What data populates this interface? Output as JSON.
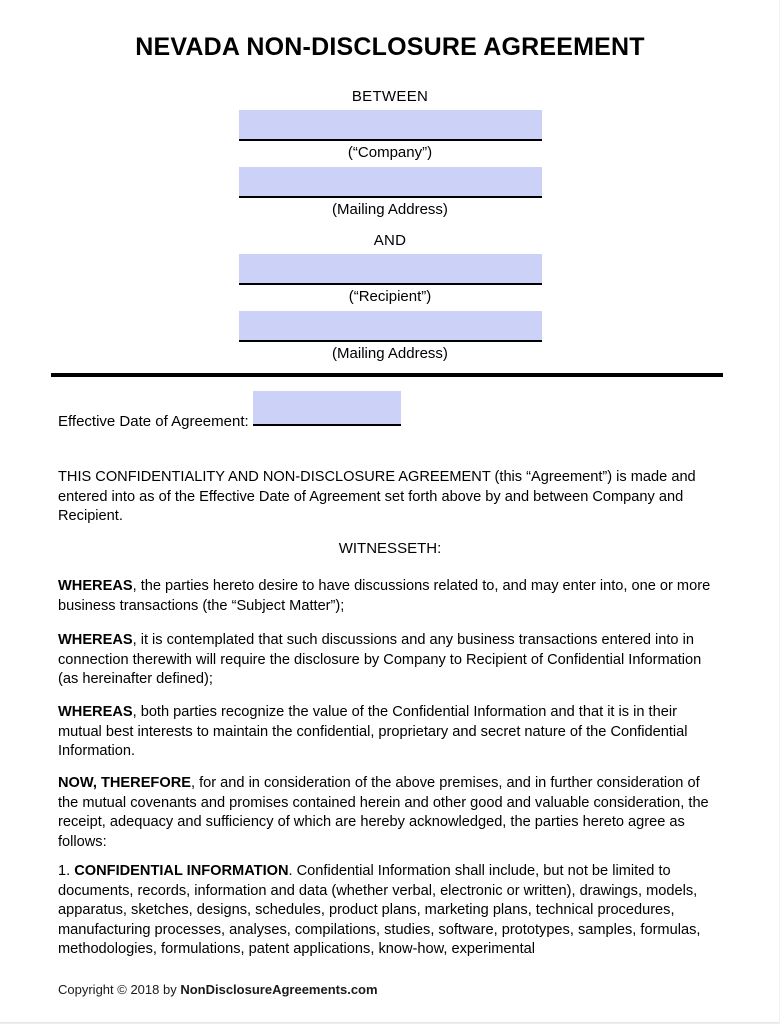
{
  "document": {
    "title": "NEVADA NON-DISCLOSURE AGREEMENT"
  },
  "parties": [
    {
      "heading": "BETWEEN",
      "name_field_value": "",
      "name_caption": "(“Company”)",
      "address_field_value": "",
      "address_caption": "(Mailing Address)"
    },
    {
      "heading": "AND",
      "name_field_value": "",
      "name_caption": "(“Recipient”)",
      "address_field_value": "",
      "address_caption": "(Mailing Address)"
    }
  ],
  "effective_date": {
    "label": "Effective Date of Agreement:",
    "value": ""
  },
  "preamble": "THIS CONFIDENTIALITY AND NON-DISCLOSURE AGREEMENT (this “Agreement”) is made and entered into as of the Effective Date of Agreement set forth above by and between Company and Recipient.",
  "witnesseth_heading": "WITNESSETH:",
  "recitals": [
    {
      "lead": "WHEREAS",
      "text": ", the parties hereto desire to have discussions related to, and may enter into, one or more business transactions (the “Subject Matter”);"
    },
    {
      "lead": "WHEREAS",
      "text": ", it is contemplated that such discussions and any business transactions entered into in connection therewith will require the disclosure by Company to Recipient of Confidential Information (as hereinafter defined);"
    },
    {
      "lead": "WHEREAS",
      "text": ", both parties recognize the value of the Confidential Information and that it is in their mutual best interests to maintain the confidential, proprietary and secret nature of the Confidential Information."
    },
    {
      "lead": "NOW, THEREFORE",
      "text": ", for and in consideration of the above premises, and in further consideration of the mutual covenants and promises contained herein and other good and valuable consideration, the receipt, adequacy and sufficiency of which are hereby acknowledged, the parties hereto agree as follows:"
    }
  ],
  "sections": [
    {
      "number": "1.",
      "heading": "CONFIDENTIAL INFORMATION",
      "text": ". Confidential Information shall include, but not be limited to documents, records, information and data (whether verbal, electronic or written), drawings, models, apparatus, sketches, designs, schedules, product plans, marketing plans, technical procedures, manufacturing processes, analyses, compilations, studies, software, prototypes, samples, formulas, methodologies, formulations, patent applications, know-how, experimental"
    }
  ],
  "footer": {
    "copyright_prefix": "Copyright © 2018 by ",
    "site": "NonDisclosureAgreements.com"
  },
  "colors": {
    "form_field_fill": "#ccd2f7",
    "rule": "#000000",
    "page_background": "#ffffff"
  }
}
